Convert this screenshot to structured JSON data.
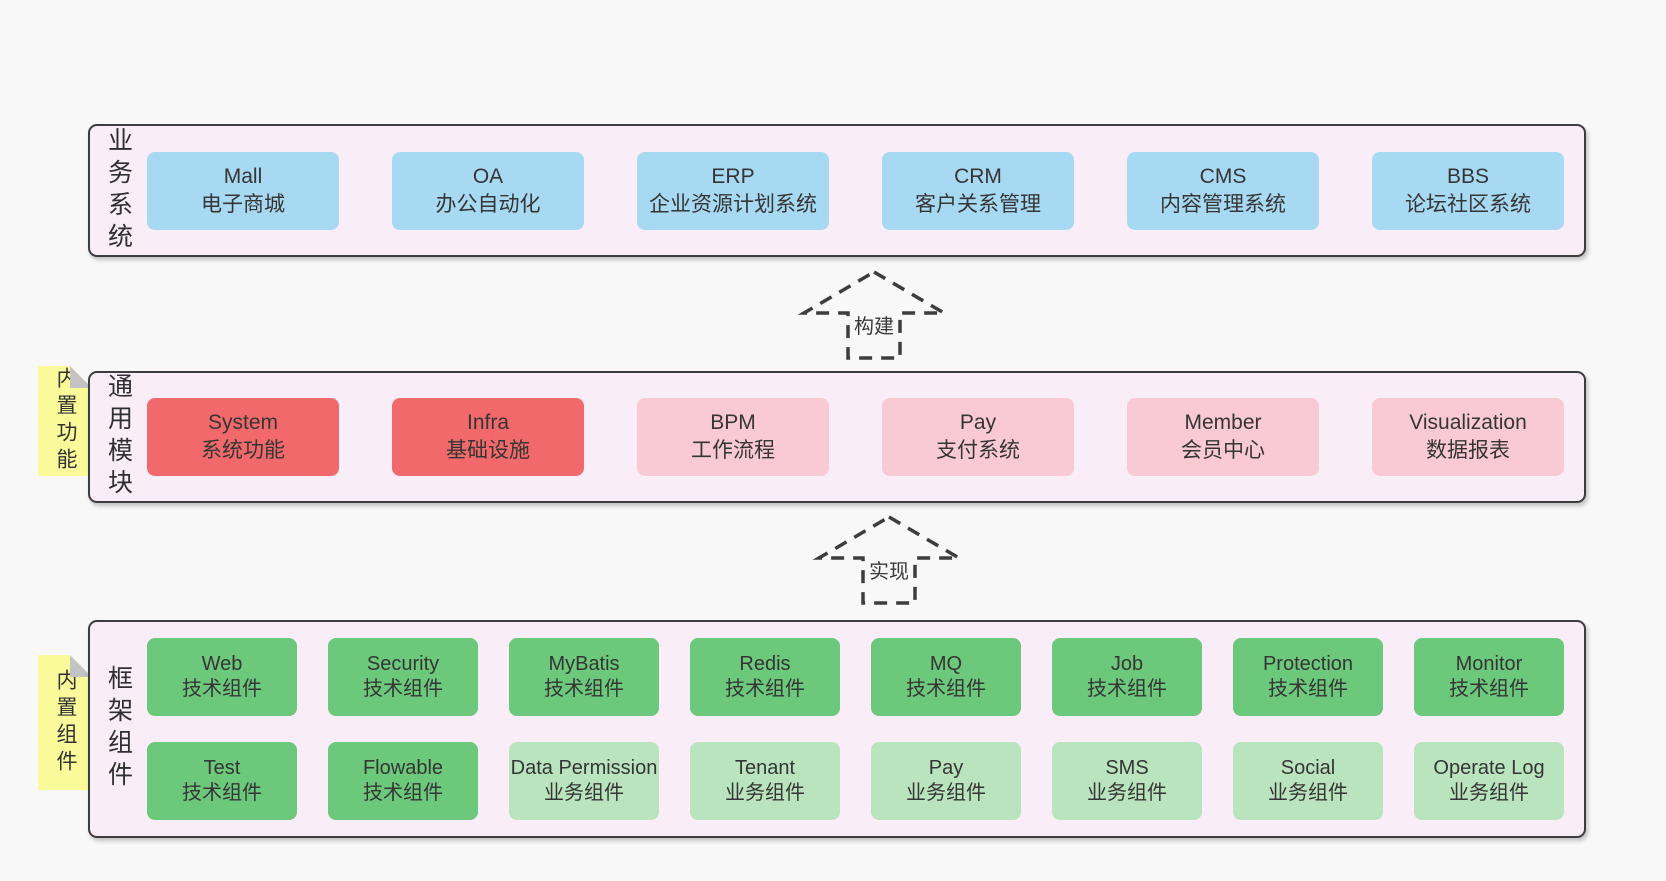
{
  "palette": {
    "page_bg": "#f8f8f8",
    "panel_bg": "#f9edf7",
    "panel_border": "#3d3d3d",
    "blue_box": "#a8d9f3",
    "red_box": "#f1696b",
    "pink_box": "#f9cad4",
    "green_dark_box": "#6cc87a",
    "green_light_box": "#b9e4bd",
    "sticky_yellow": "#fafa9a",
    "text": "#353535"
  },
  "sections": {
    "business": {
      "label": "业务系统",
      "boxes": [
        {
          "title": "Mall",
          "subtitle": "电子商城"
        },
        {
          "title": "OA",
          "subtitle": "办公自动化"
        },
        {
          "title": "ERP",
          "subtitle": "企业资源计划系统"
        },
        {
          "title": "CRM",
          "subtitle": "客户关系管理"
        },
        {
          "title": "CMS",
          "subtitle": "内容管理系统"
        },
        {
          "title": "BBS",
          "subtitle": "论坛社区系统"
        }
      ]
    },
    "modules": {
      "label": "通用模块",
      "sticky": "内置功能",
      "boxes": [
        {
          "title": "System",
          "subtitle": "系统功能"
        },
        {
          "title": "Infra",
          "subtitle": "基础设施"
        },
        {
          "title": "BPM",
          "subtitle": "工作流程"
        },
        {
          "title": "Pay",
          "subtitle": "支付系统"
        },
        {
          "title": "Member",
          "subtitle": "会员中心"
        },
        {
          "title": "Visualization",
          "subtitle": "数据报表"
        }
      ]
    },
    "components": {
      "label": "框架组件",
      "sticky": "内置组件",
      "row1": [
        {
          "title": "Web",
          "subtitle": "技术组件"
        },
        {
          "title": "Security",
          "subtitle": "技术组件"
        },
        {
          "title": "MyBatis",
          "subtitle": "技术组件"
        },
        {
          "title": "Redis",
          "subtitle": "技术组件"
        },
        {
          "title": "MQ",
          "subtitle": "技术组件"
        },
        {
          "title": "Job",
          "subtitle": "技术组件"
        },
        {
          "title": "Protection",
          "subtitle": "技术组件"
        },
        {
          "title": "Monitor",
          "subtitle": "技术组件"
        }
      ],
      "row2": [
        {
          "title": "Test",
          "subtitle": "技术组件"
        },
        {
          "title": "Flowable",
          "subtitle": "技术组件"
        },
        {
          "title": "Data Permission",
          "subtitle": "业务组件"
        },
        {
          "title": "Tenant",
          "subtitle": "业务组件"
        },
        {
          "title": "Pay",
          "subtitle": "业务组件"
        },
        {
          "title": "SMS",
          "subtitle": "业务组件"
        },
        {
          "title": "Social",
          "subtitle": "业务组件"
        },
        {
          "title": "Operate Log",
          "subtitle": "业务组件"
        }
      ]
    }
  },
  "arrows": {
    "build": "构建",
    "implement": "实现"
  }
}
